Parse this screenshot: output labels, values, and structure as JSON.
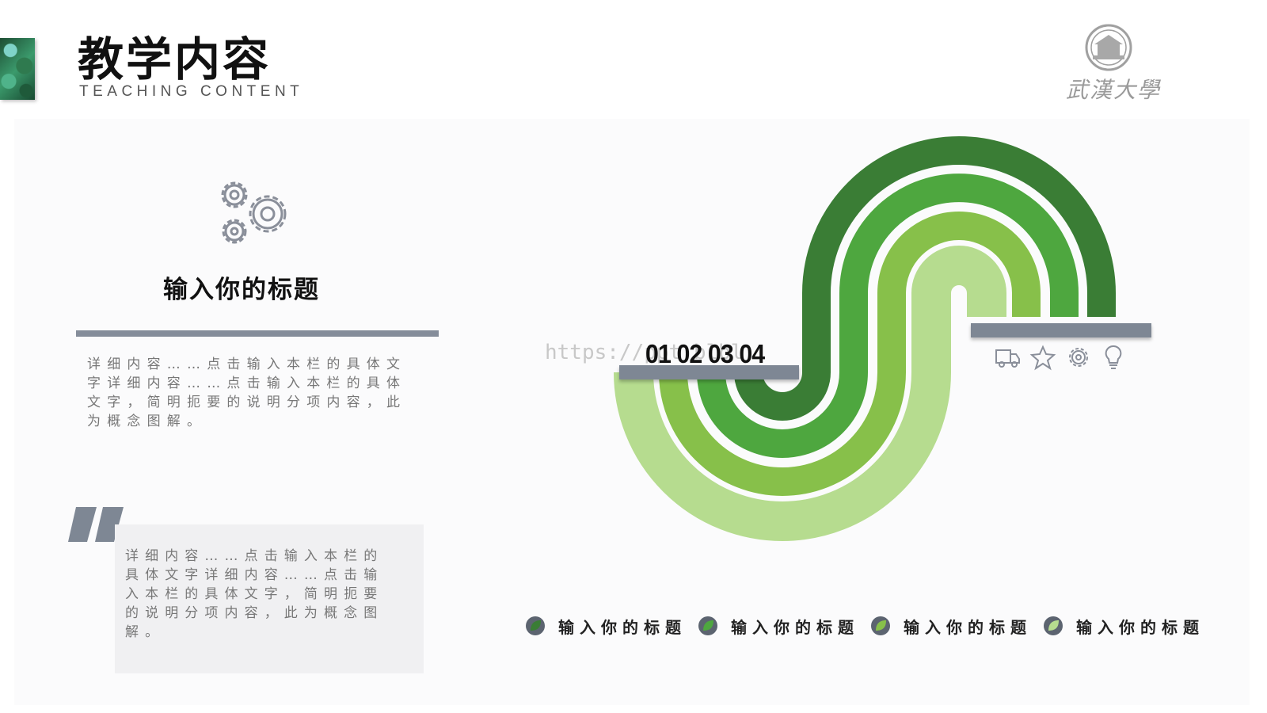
{
  "header": {
    "title": "教学内容",
    "subtitle": "TEACHING CONTENT",
    "logo_text": "武漢大學"
  },
  "left_block": {
    "icon": "gears-icon",
    "title": "输入你的标题",
    "body": "详细内容……点击输入本栏的具体文字详细内容……点击输入本栏的具体文字，简明扼要的说明分项内容，此为概念图解。"
  },
  "quote_block": {
    "icon": "quote-icon",
    "body": "详细内容……点击输入本栏的具体文字详细内容……点击输入本栏的具体文字，简明扼要的说明分项内容，此为概念图解。"
  },
  "diagram": {
    "watermark": "https://ppt.blbl",
    "numbers": "01 02 03 04",
    "icons": [
      "truck-icon",
      "star-icon",
      "gear-icon",
      "lightbulb-icon"
    ],
    "colors": [
      "#3a7d35",
      "#4ea73f",
      "#87c04a",
      "#b6dc8f"
    ]
  },
  "legend": [
    {
      "label": "输入你的标题",
      "color": "#3a7d35"
    },
    {
      "label": "输入你的标题",
      "color": "#4ea73f"
    },
    {
      "label": "输入你的标题",
      "color": "#87c04a"
    },
    {
      "label": "输入你的标题",
      "color": "#b6dc8f"
    }
  ]
}
